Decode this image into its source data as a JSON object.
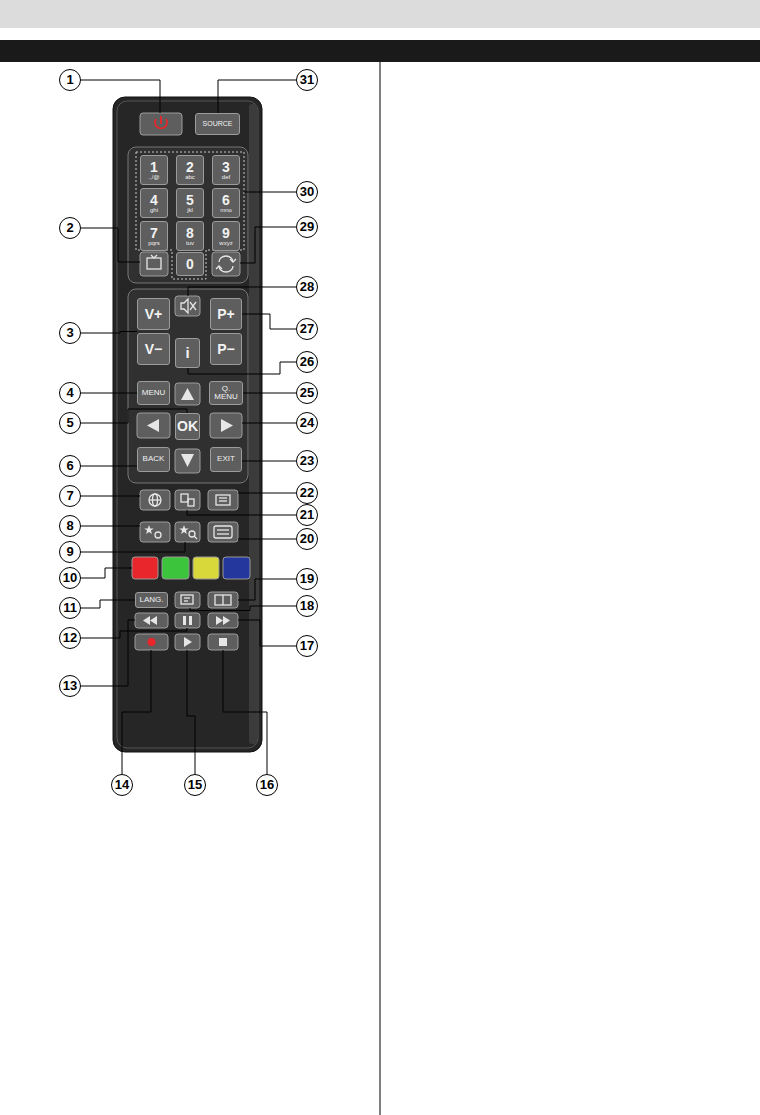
{
  "diagram": {
    "nodes": [
      {
        "text": [
          "SOURCE"
        ]
      },
      {
        "text": [
          "1",
          ".,/@"
        ]
      },
      {
        "text": [
          "2",
          "abc"
        ]
      },
      {
        "text": [
          "3",
          "def"
        ]
      },
      {
        "text": [
          "4",
          "ghi"
        ]
      },
      {
        "text": [
          "5",
          "jkl"
        ]
      },
      {
        "text": [
          "6",
          "mno"
        ]
      },
      {
        "text": [
          "7",
          "pqrs"
        ]
      },
      {
        "text": [
          "8",
          "tuv"
        ]
      },
      {
        "text": [
          "9",
          "wxyz"
        ]
      },
      {
        "text": [
          "0"
        ]
      },
      {
        "text": [
          "V+"
        ]
      },
      {
        "text": [
          "V−"
        ]
      },
      {
        "text": [
          "i"
        ]
      },
      {
        "text": [
          "P+"
        ]
      },
      {
        "text": [
          "P−"
        ]
      },
      {
        "text": [
          "MENU"
        ]
      },
      {
        "text": [
          "Q. MENU"
        ]
      },
      {
        "text": [
          "OK"
        ]
      },
      {
        "text": [
          "BACK"
        ]
      },
      {
        "text": [
          "EXIT"
        ]
      },
      {
        "text": [
          "LANG."
        ]
      },
      {
        "text": [
          "1"
        ]
      },
      {
        "text": [
          "2"
        ]
      },
      {
        "text": [
          "3"
        ]
      },
      {
        "text": [
          "4"
        ]
      },
      {
        "text": [
          "5"
        ]
      },
      {
        "text": [
          "6"
        ]
      },
      {
        "text": [
          "7"
        ]
      },
      {
        "text": [
          "8"
        ]
      },
      {
        "text": [
          "9"
        ]
      },
      {
        "text": [
          "10"
        ]
      },
      {
        "text": [
          "11"
        ]
      },
      {
        "text": [
          "12"
        ]
      },
      {
        "text": [
          "13"
        ]
      },
      {
        "text": [
          "14"
        ]
      },
      {
        "text": [
          "15"
        ]
      },
      {
        "text": [
          "16"
        ]
      },
      {
        "text": [
          "17"
        ]
      },
      {
        "text": [
          "18"
        ]
      },
      {
        "text": [
          "19"
        ]
      },
      {
        "text": [
          "20"
        ]
      },
      {
        "text": [
          "21"
        ]
      },
      {
        "text": [
          "22"
        ]
      },
      {
        "text": [
          "23"
        ]
      },
      {
        "text": [
          "24"
        ]
      },
      {
        "text": [
          "25"
        ]
      },
      {
        "text": [
          "26"
        ]
      },
      {
        "text": [
          "27"
        ]
      },
      {
        "text": [
          "28"
        ]
      },
      {
        "text": [
          "29"
        ]
      },
      {
        "text": [
          "30"
        ]
      },
      {
        "text": [
          "31"
        ]
      }
    ],
    "edges": [
      {
        "from": 25,
        "to": 16,
        "arrow": "none"
      },
      {
        "from": 26,
        "to": 18,
        "arrow": "none"
      },
      {
        "from": 27,
        "to": 19,
        "arrow": "none"
      },
      {
        "from": 32,
        "to": 21,
        "arrow": "none"
      },
      {
        "from": 44,
        "to": 20,
        "arrow": "none"
      },
      {
        "from": 46,
        "to": 17,
        "arrow": "none"
      },
      {
        "from": 47,
        "to": 13,
        "arrow": "none"
      },
      {
        "from": 48,
        "to": 14,
        "arrow": "none"
      },
      {
        "from": 52,
        "to": 0,
        "arrow": "none"
      }
    ]
  }
}
